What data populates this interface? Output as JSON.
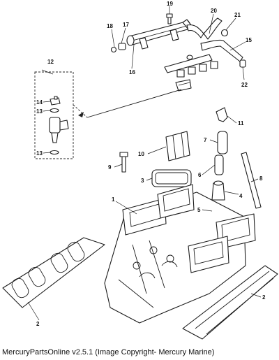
{
  "footer": {
    "caption": "MercuryPartsOnline v2.5.1 (Image Copyright- Mercury Marine)"
  },
  "callouts": {
    "c1": "1",
    "c2a": "2",
    "c2b": "2",
    "c3": "3",
    "c4": "4",
    "c5": "5",
    "c6": "6",
    "c7": "7",
    "c8": "8",
    "c9": "9",
    "c10": "10",
    "c11": "11",
    "c12": "12",
    "c13a": "13",
    "c13b": "13",
    "c14": "14",
    "c15": "15",
    "c16": "16",
    "c17": "17",
    "c18": "18",
    "c19": "19",
    "c20": "20",
    "c21": "21",
    "c22": "22"
  }
}
